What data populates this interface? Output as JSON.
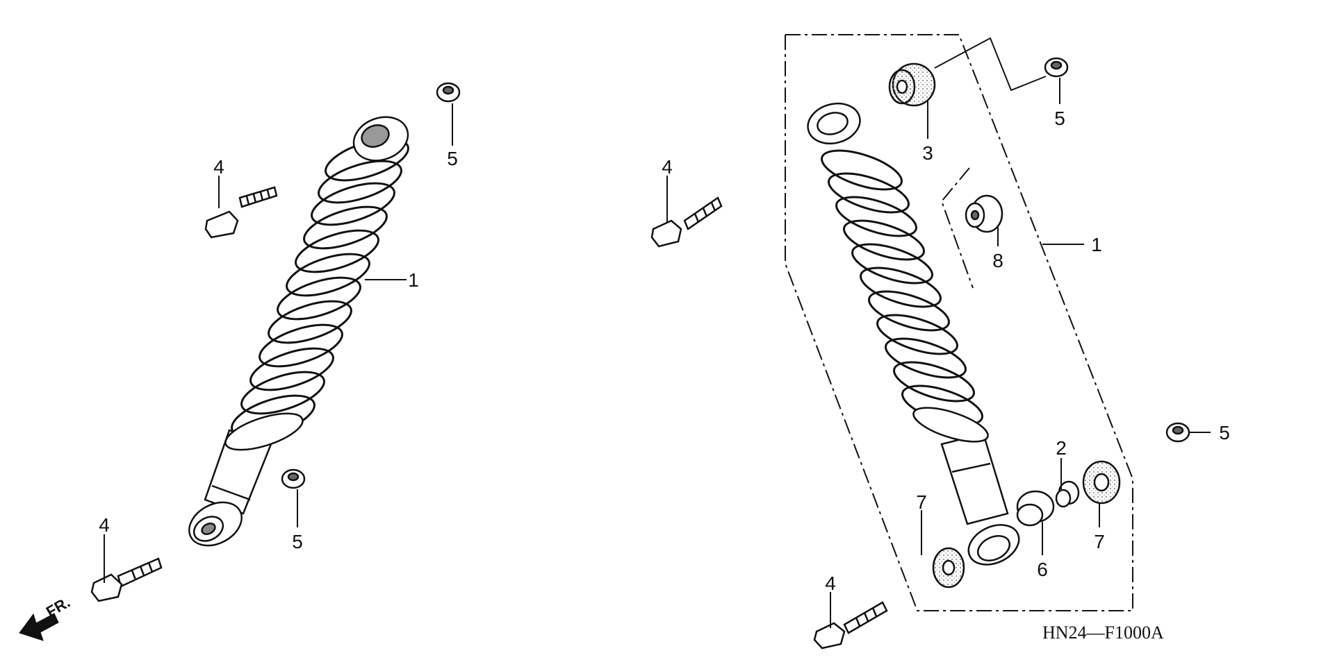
{
  "diagram": {
    "left_labels": [
      "4",
      "5",
      "1",
      "5",
      "4"
    ],
    "right_labels": [
      "4",
      "3",
      "5",
      "8",
      "1",
      "5",
      "2",
      "7",
      "7",
      "6",
      "4"
    ],
    "front_marker": "FR.",
    "drawing_code": "HN24—F1000A"
  },
  "colors": {
    "line": "#111111",
    "background": "#ffffff",
    "stipple": "#888888"
  }
}
